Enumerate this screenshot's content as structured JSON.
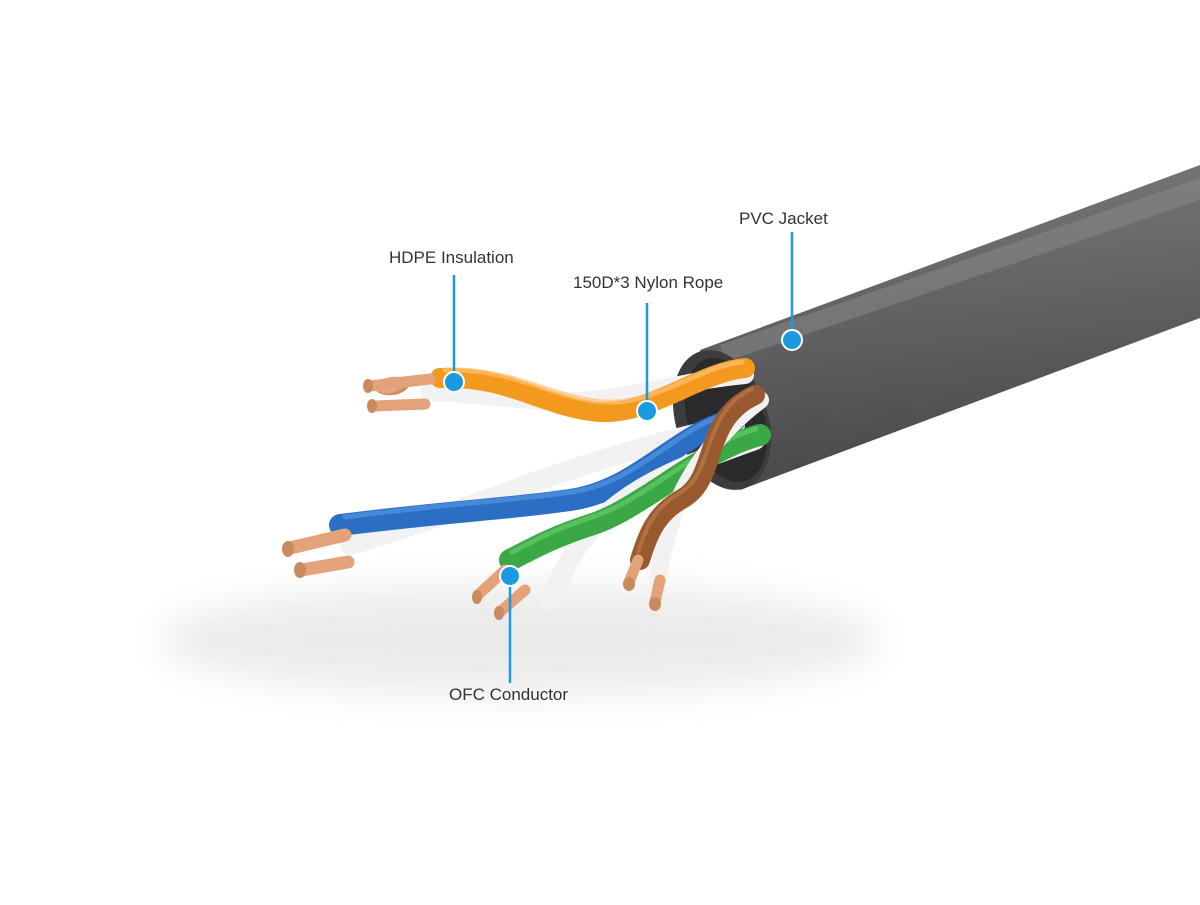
{
  "diagram": {
    "colors": {
      "callout": "#1a9be0",
      "jacket": "#6a6a6c",
      "orange": "#f39a1e",
      "blue": "#2a6fc4",
      "green": "#3aa845",
      "brown": "#9a5a30",
      "copper": "#e3a27a",
      "white_pair": "#f2f2f2"
    },
    "icons": [
      "cat6-cable-illustration"
    ],
    "callouts": [
      {
        "id": "hdpe",
        "label": "HDPE Insulation"
      },
      {
        "id": "nylon",
        "label": "150D*3 Nylon Rope"
      },
      {
        "id": "pvc",
        "label": "PVC Jacket"
      },
      {
        "id": "ofc",
        "label": "OFC Conductor"
      }
    ]
  }
}
